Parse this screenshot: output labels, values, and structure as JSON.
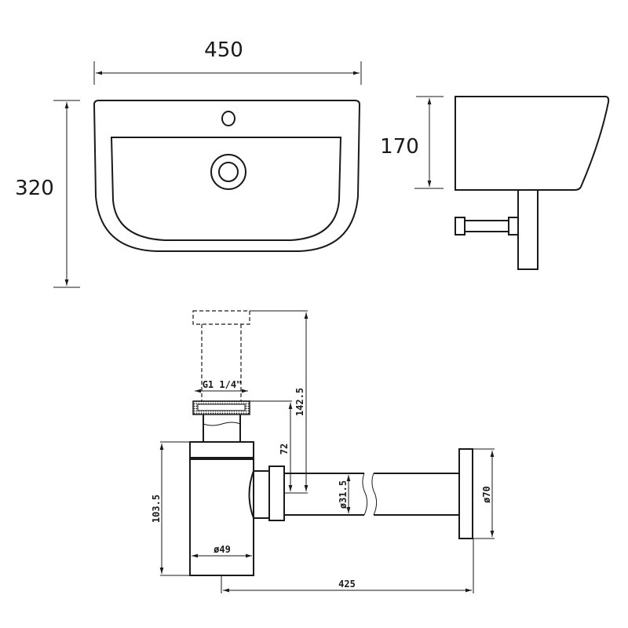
{
  "basin": {
    "width_label": "450",
    "depth_label": "320",
    "height_label": "170"
  },
  "trap": {
    "thread_label": "G1 1/4\"",
    "height_total_label": "142.5",
    "height_outlet_label": "72",
    "body_height_label": "103.5",
    "body_diameter_label": "ø49",
    "pipe_diameter_label": "ø31.5",
    "flange_diameter_label": "ø70",
    "length_label": "425"
  },
  "colors": {
    "line": "#1a1a1a",
    "background": "#ffffff"
  }
}
